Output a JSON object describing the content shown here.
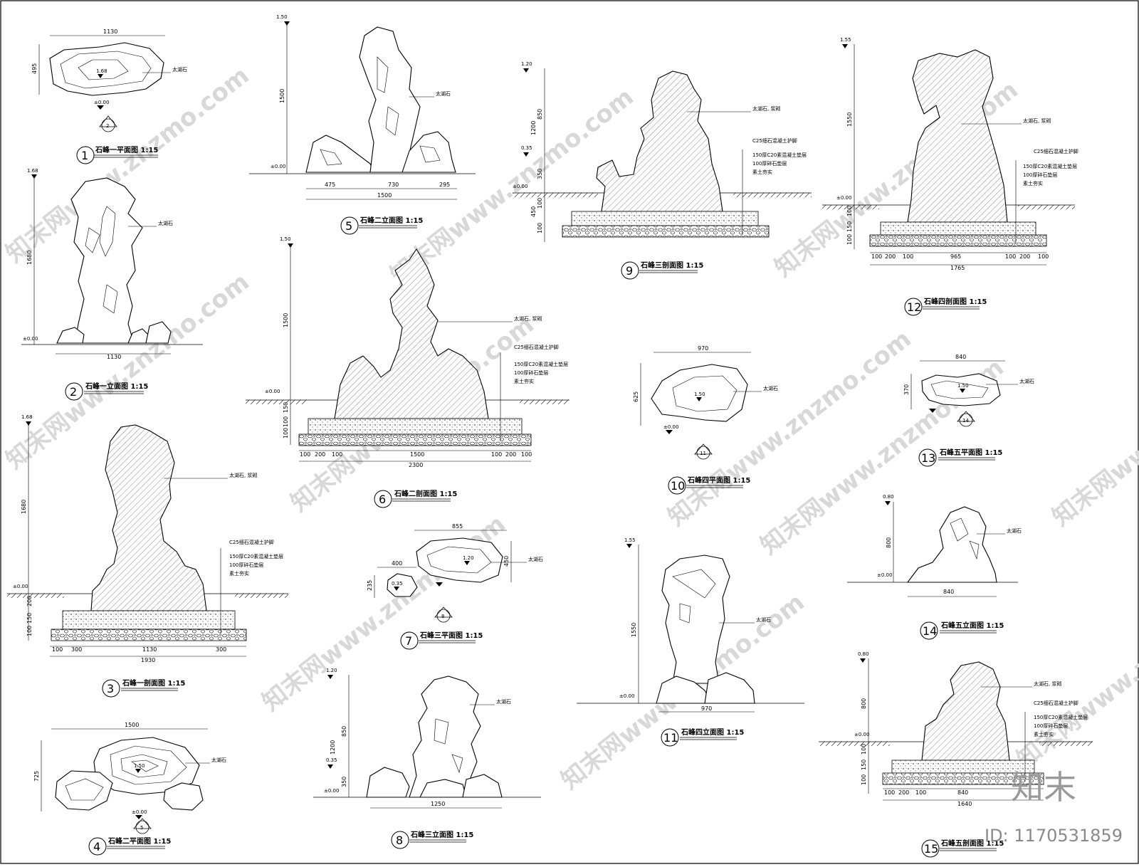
{
  "watermark": {
    "text": "知末网www.znzmo.com",
    "brand": "知末",
    "id_label": "ID: 1170531859"
  },
  "common": {
    "material_taihu": "太湖石",
    "material_taihu_mortar": "太湖石, 浆砌",
    "footing": "C25细石混凝土护脚",
    "cushion": "150厚C20素混凝土垫层",
    "gravel": "100厚碎石垫层",
    "soil": "素土夯实",
    "level_zero": "±0.00"
  },
  "drawings": [
    {
      "num": "1",
      "title": "石峰一平面图 1:15",
      "dims": [
        "1130",
        "495"
      ],
      "elev": "1.68",
      "ref": "2"
    },
    {
      "num": "2",
      "title": "石峰一立面图 1:15",
      "dims": [
        "1130",
        "1680"
      ],
      "elev": "1.68"
    },
    {
      "num": "3",
      "title": "石峰一剖面图 1:15",
      "dims": [
        "1680",
        "200",
        "150",
        "100",
        "100",
        "300",
        "1130",
        "300",
        "1930"
      ],
      "elev": "1.68"
    },
    {
      "num": "4",
      "title": "石峰二平面图 1:15",
      "dims": [
        "1500",
        "725"
      ],
      "elev": "1.50",
      "ref": "5"
    },
    {
      "num": "5",
      "title": "石峰二立面图 1:15",
      "dims": [
        "1500",
        "475",
        "730",
        "295",
        "1500"
      ],
      "elev": "1.50"
    },
    {
      "num": "6",
      "title": "石峰二剖面图 1:15",
      "dims": [
        "1500",
        "150",
        "100",
        "100",
        "100",
        "200",
        "100",
        "1500",
        "100",
        "200",
        "100",
        "2300"
      ],
      "elev": "1.50"
    },
    {
      "num": "7",
      "title": "石峰三平面图 1:15",
      "dims": [
        "855",
        "400",
        "450",
        "235"
      ],
      "elev": "1.20",
      "elev2": "0.35",
      "ref": "8"
    },
    {
      "num": "8",
      "title": "石峰三立面图 1:15",
      "dims": [
        "850",
        "1200",
        "350",
        "1250"
      ],
      "elev": "1.20",
      "elev2": "0.35"
    },
    {
      "num": "9",
      "title": "石峰三剖面图 1:15",
      "dims": [
        "850",
        "1200",
        "350",
        "450",
        "100",
        "100"
      ],
      "elev": "1.20",
      "elev2": "0.35"
    },
    {
      "num": "10",
      "title": "石峰四平面图 1:15",
      "dims": [
        "970",
        "625"
      ],
      "elev": "1.50",
      "ref": "11"
    },
    {
      "num": "11",
      "title": "石峰四立面图 1:15",
      "dims": [
        "1550",
        "970"
      ],
      "elev": "1.55"
    },
    {
      "num": "12",
      "title": "石峰四剖面图 1:15",
      "dims": [
        "1550",
        "100",
        "150",
        "100",
        "100",
        "200",
        "100",
        "965",
        "100",
        "200",
        "100",
        "1765"
      ],
      "elev": "1.55"
    },
    {
      "num": "13",
      "title": "石峰五平面图 1:15",
      "dims": [
        "840",
        "370"
      ],
      "elev": "1.50",
      "ref": "14"
    },
    {
      "num": "14",
      "title": "石峰五立面图 1:15",
      "dims": [
        "800",
        "840"
      ],
      "elev": "0.80"
    },
    {
      "num": "15",
      "title": "石峰五剖面图 1:15",
      "dims": [
        "800",
        "100",
        "150",
        "100",
        "100",
        "200",
        "100",
        "840",
        "1640"
      ],
      "elev": "0.80"
    }
  ]
}
